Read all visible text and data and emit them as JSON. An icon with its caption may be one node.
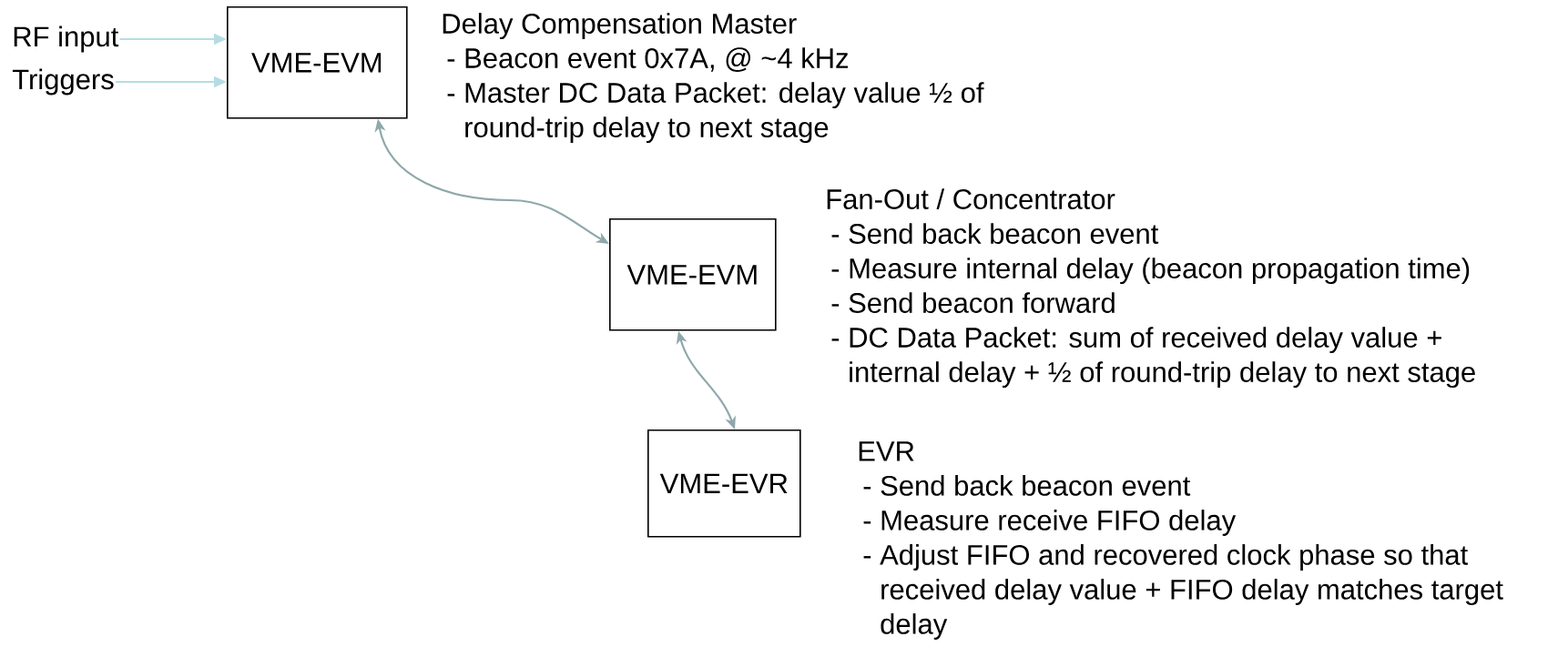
{
  "diagram": {
    "nodes": [
      {
        "text": [
          "RF input"
        ]
      },
      {
        "text": [
          "Triggers"
        ]
      },
      {
        "text": [
          "VME-EVM"
        ],
        "beside": [
          "Delay Compensation Master",
          "- Beacon event 0x7A, @ ~4 kHz",
          "- Master DC Data Packet: delay value ½ of round-trip delay to next stage"
        ]
      },
      {
        "text": [
          "VME-EVM"
        ],
        "beside": [
          "Fan-Out / Concentrator",
          "- Send back beacon event",
          "- Measure internal delay (beacon propagation time)",
          "- Send beacon forward",
          "- DC Data Packet: sum of received delay value + internal delay + ½ of round-trip delay to next stage"
        ]
      },
      {
        "text": [
          "VME-EVR"
        ],
        "beside": [
          "EVR",
          "- Send back beacon event",
          "- Measure receive FIFO delay",
          "- Adjust FIFO and recovered clock phase so that received delay value + FIFO delay matches target delay"
        ]
      }
    ],
    "edges": [
      {
        "from": 0,
        "to": 2,
        "arrow": "to",
        "color": "#b4dde3"
      },
      {
        "from": 1,
        "to": 2,
        "arrow": "to",
        "color": "#b4dde3"
      },
      {
        "from": 2,
        "to": 3,
        "arrow": "both",
        "color": "#8fa8aa"
      },
      {
        "from": 3,
        "to": 4,
        "arrow": "both",
        "color": "#8fa8aa"
      }
    ]
  }
}
